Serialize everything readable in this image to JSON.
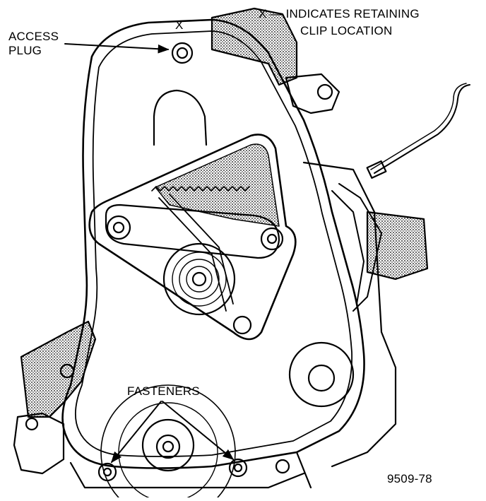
{
  "labels": {
    "access_plug_line1": "ACCESS",
    "access_plug_line2": "PLUG",
    "x_marker": "X",
    "legend_line1": "X — INDICATES RETAINING",
    "legend_line2": "CLIP LOCATION",
    "fasteners": "FASTENERS",
    "figure_number": "9509-78"
  },
  "colors": {
    "ink": "#000000",
    "paper": "#ffffff"
  }
}
